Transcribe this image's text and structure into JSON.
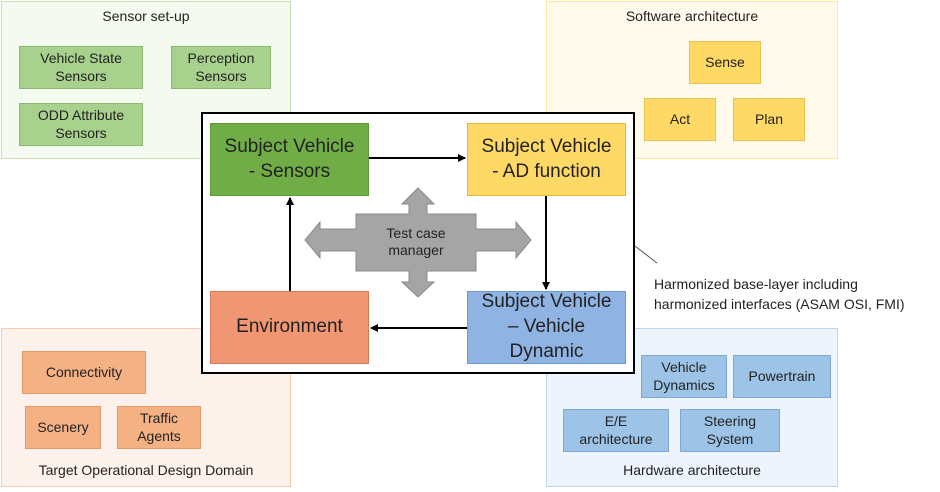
{
  "regions": {
    "sensor": {
      "title": "Sensor set-up",
      "color": "#70ad47",
      "items": [
        "Vehicle State\nSensors",
        "Perception\nSensors",
        "ODD Attribute\nSensors"
      ]
    },
    "software": {
      "title": "Software architecture",
      "color": "#ffc000",
      "items": [
        "Sense",
        "Act",
        "Plan"
      ]
    },
    "odd": {
      "title": "Target Operational Design Domain",
      "color": "#ed7d31",
      "items": [
        "Connectivity",
        "Scenery",
        "Traffic\nAgents"
      ]
    },
    "hardware": {
      "title": "Hardware architecture",
      "color": "#5b9bd5",
      "items": [
        "Vehicle\nDynamics",
        "Powertrain",
        "E/E\narchitecture",
        "Steering\nSystem"
      ]
    }
  },
  "core": {
    "sensors": "Subject Vehicle\n- Sensors",
    "ad_function": "Subject Vehicle\n- AD function",
    "vehicle_dynamic": "Subject Vehicle\n– Vehicle\nDynamic",
    "environment": "Environment",
    "manager": "Test case\nmanager"
  },
  "annotation": "Harmonized base-layer including\nharmonized interfaces (ASAM OSI, FMI)"
}
